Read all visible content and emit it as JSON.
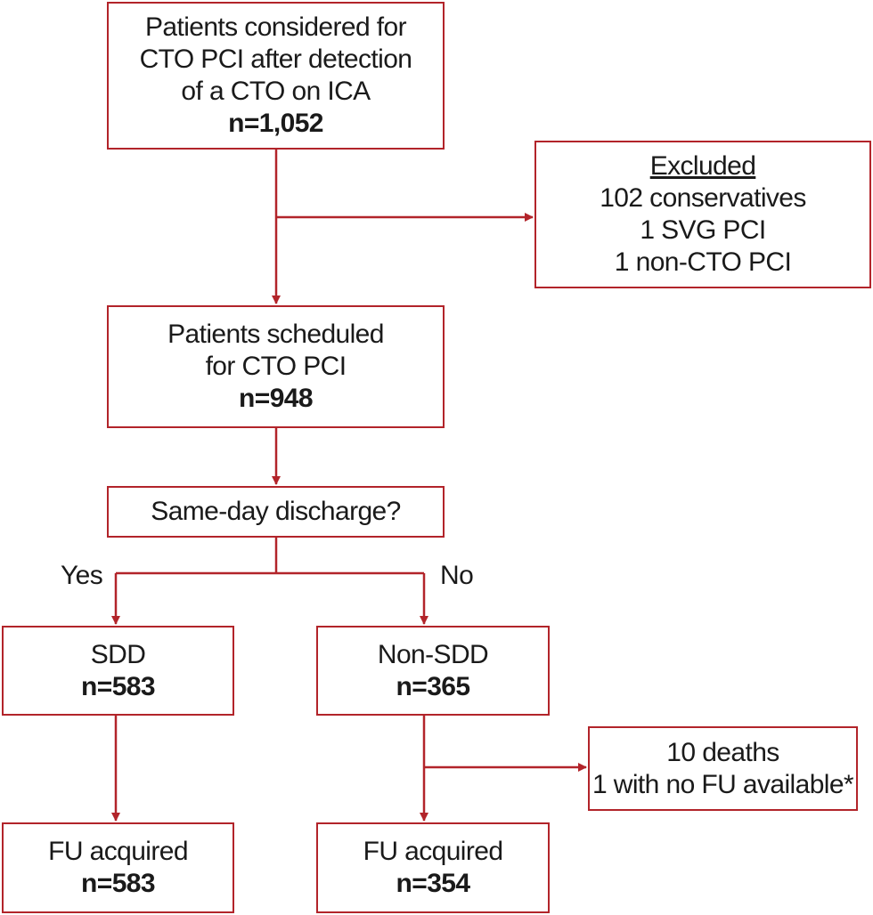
{
  "boxes": {
    "considered": {
      "lines": [
        "Patients considered for",
        "CTO PCI after detection",
        "of a CTO on ICA"
      ],
      "n": "n=1,052"
    },
    "excluded": {
      "title": "Excluded",
      "lines": [
        "102 conservatives",
        "1 SVG PCI",
        "1 non-CTO PCI"
      ]
    },
    "scheduled": {
      "lines": [
        "Patients scheduled",
        "for CTO PCI"
      ],
      "n": "n=948"
    },
    "decision": {
      "text": "Same-day discharge?"
    },
    "sdd": {
      "label": "SDD",
      "n": "n=583"
    },
    "nonsdd": {
      "label": "Non-SDD",
      "n": "n=365"
    },
    "deaths": {
      "lines": [
        "10 deaths",
        "1 with no FU available*"
      ]
    },
    "fu_sdd": {
      "label": "FU acquired",
      "n": "n=583"
    },
    "fu_nonsdd": {
      "label": "FU acquired",
      "n": "n=354"
    }
  },
  "branches": {
    "yes": "Yes",
    "no": "No"
  },
  "colors": {
    "line": "#b2242a",
    "text": "#1a1a1a"
  }
}
